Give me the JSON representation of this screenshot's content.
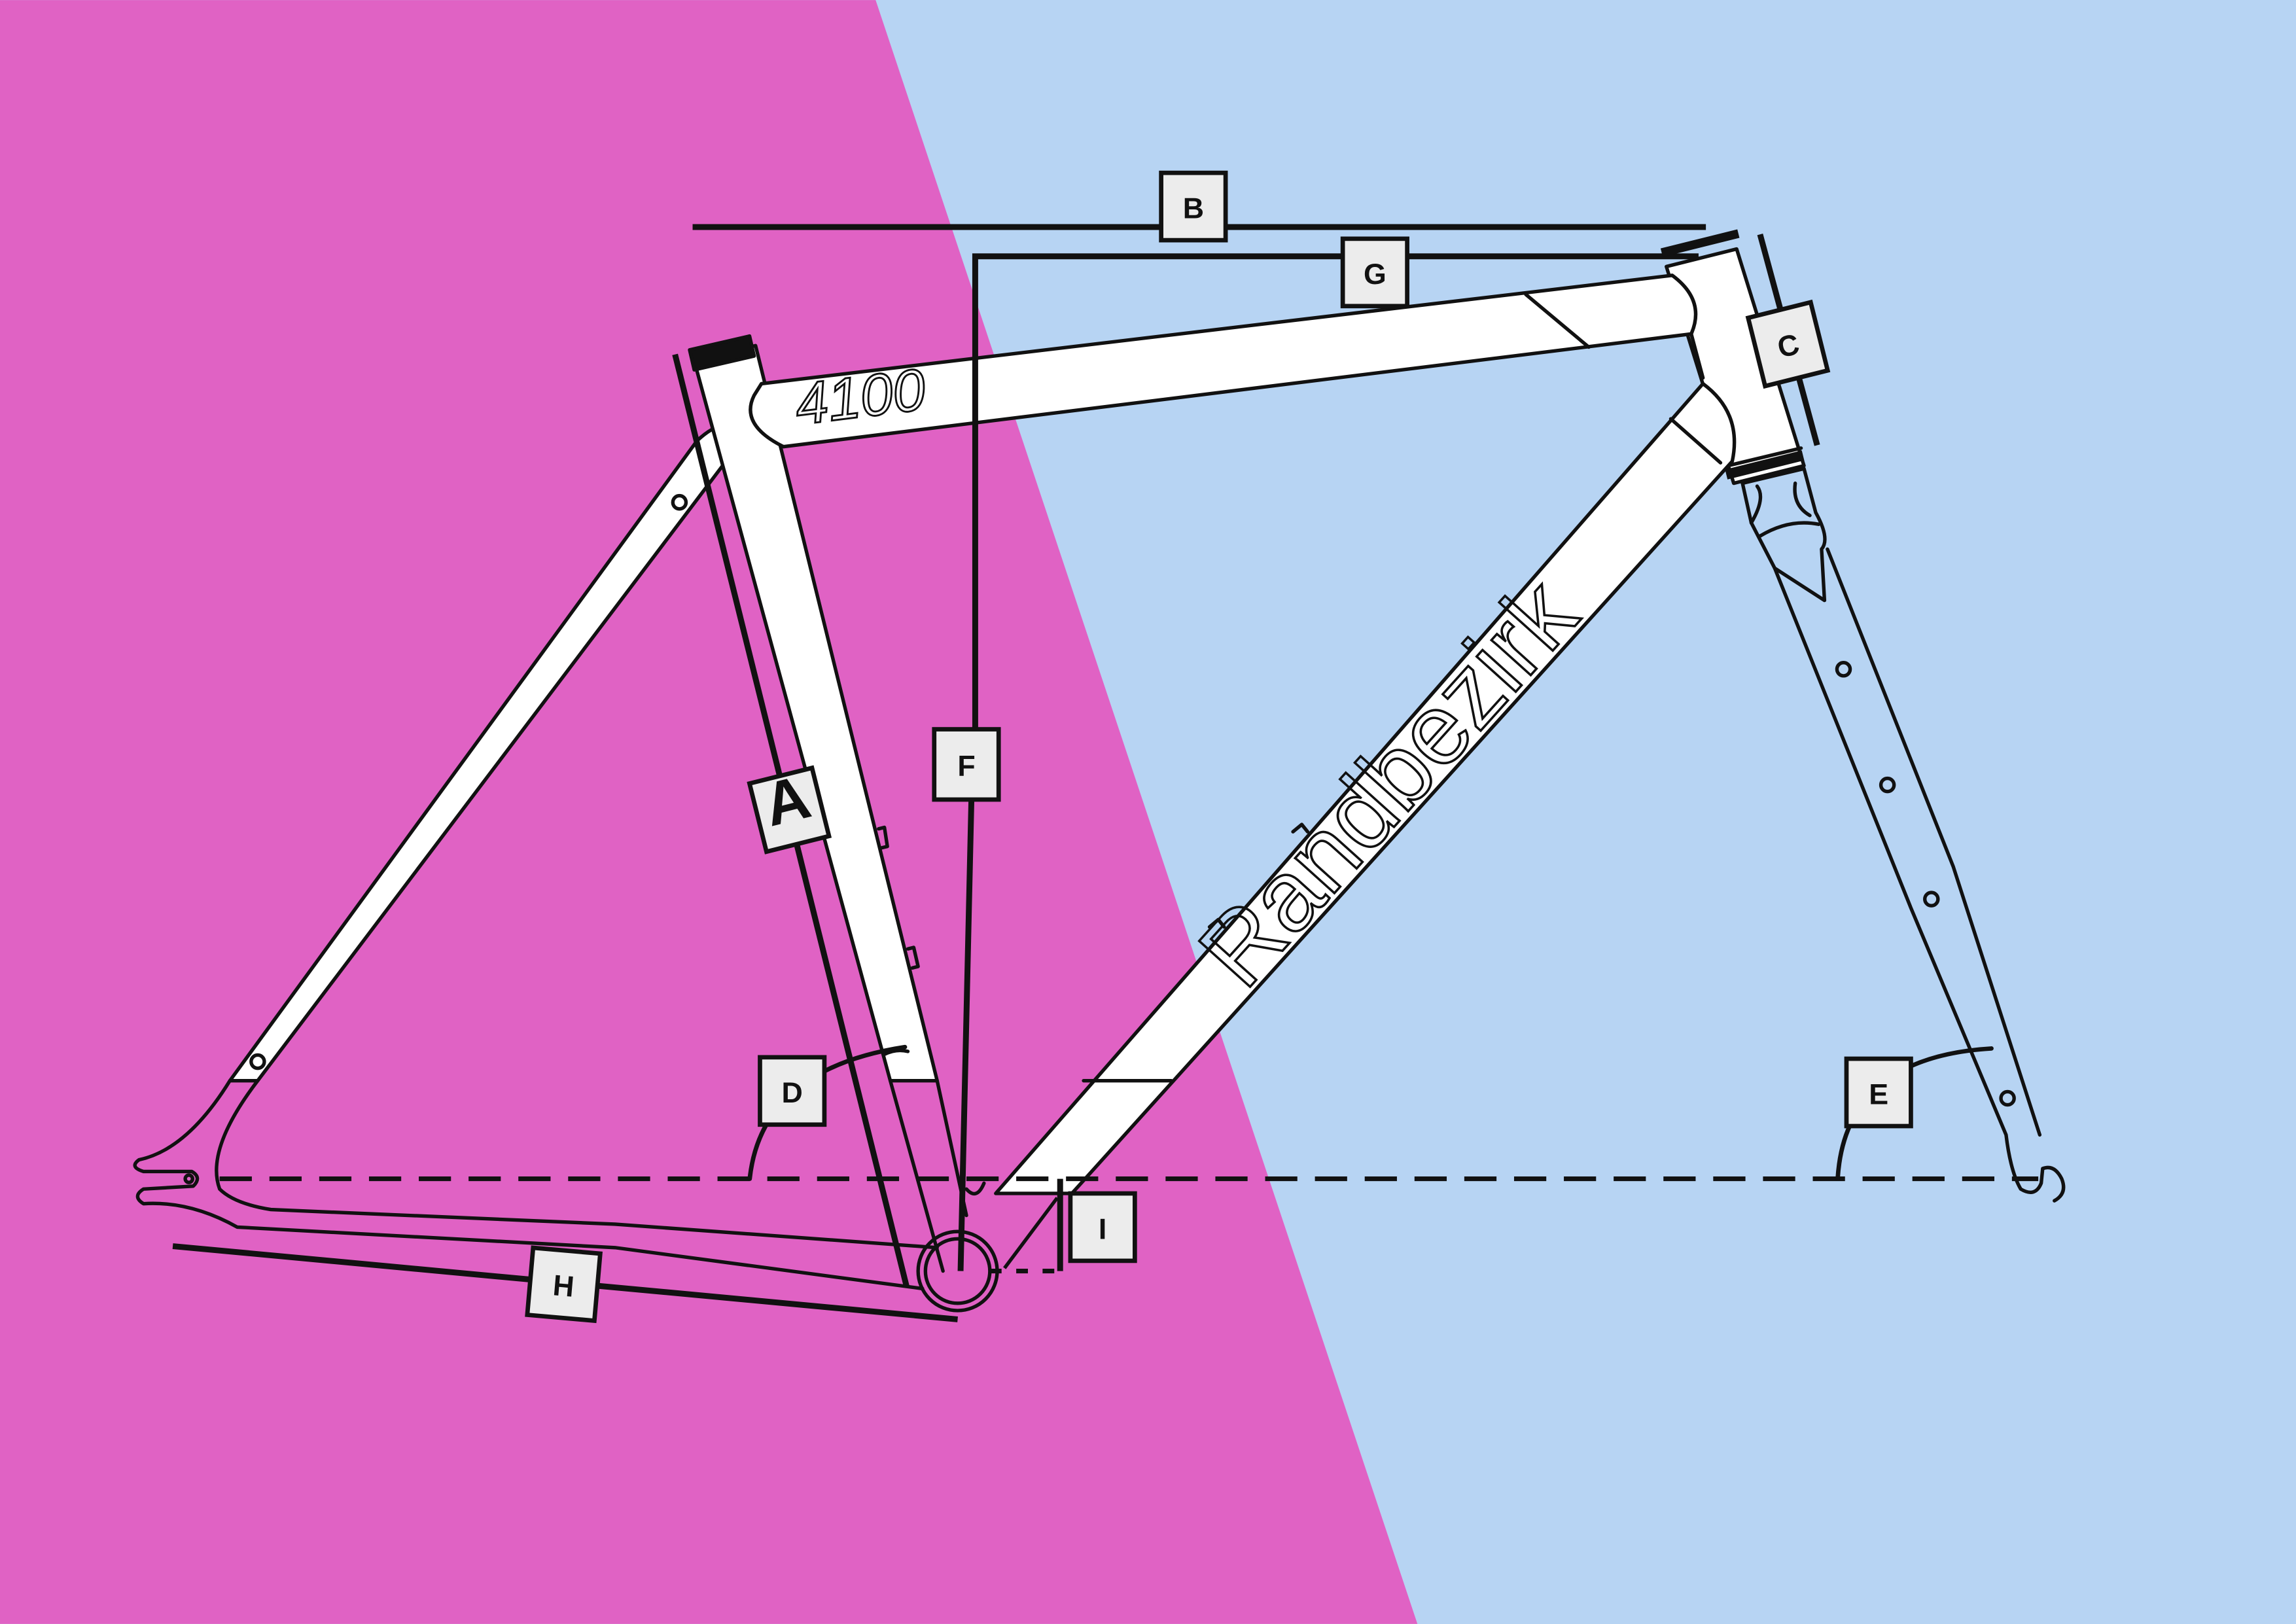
{
  "colors": {
    "left_background": "#e062c4",
    "right_background": "#b7d4f3",
    "frame_fill": "#ffffff",
    "line": "#111111",
    "label_box": "#ececec"
  },
  "frame": {
    "model": "4100",
    "brand": "Randbezirk"
  },
  "dimension_labels": {
    "a": "A",
    "b": "B",
    "c": "C",
    "d": "D",
    "e": "E",
    "f": "F",
    "g": "G",
    "h": "H",
    "i": "I"
  }
}
